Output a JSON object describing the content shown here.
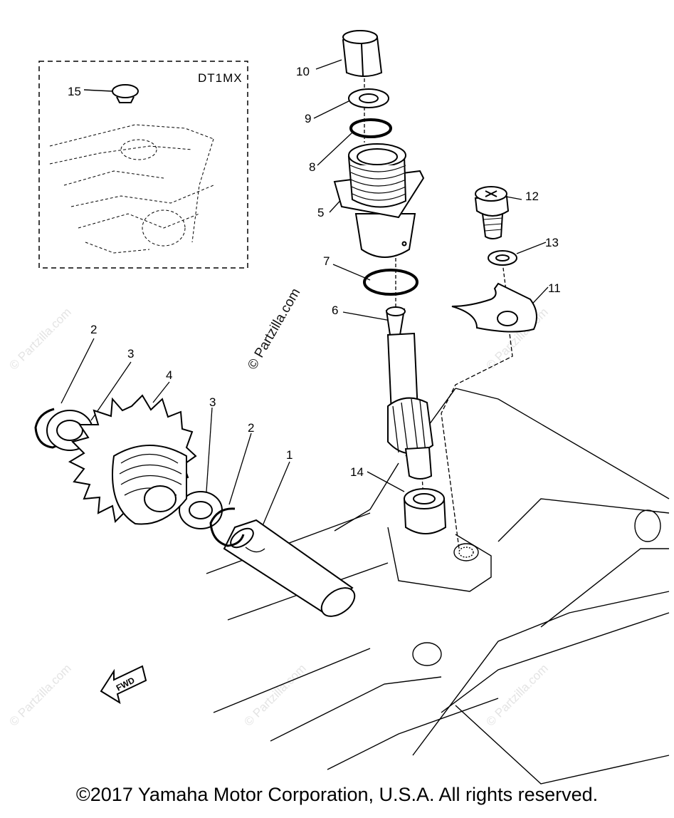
{
  "inset": {
    "title": "DT1MX",
    "callout": "15"
  },
  "callouts": {
    "c1": "1",
    "c2a": "2",
    "c2b": "2",
    "c3a": "3",
    "c3b": "3",
    "c4": "4",
    "c5": "5",
    "c6": "6",
    "c7": "7",
    "c8": "8",
    "c9": "9",
    "c10": "10",
    "c11": "11",
    "c12": "12",
    "c13": "13",
    "c14": "14"
  },
  "fwd_label": "FWD",
  "watermark": "© Partzilla.com",
  "watermark_light": "© Partzilla.com",
  "copyright": "©2017 Yamaha Motor Corporation, U.S.A. All rights reserved."
}
